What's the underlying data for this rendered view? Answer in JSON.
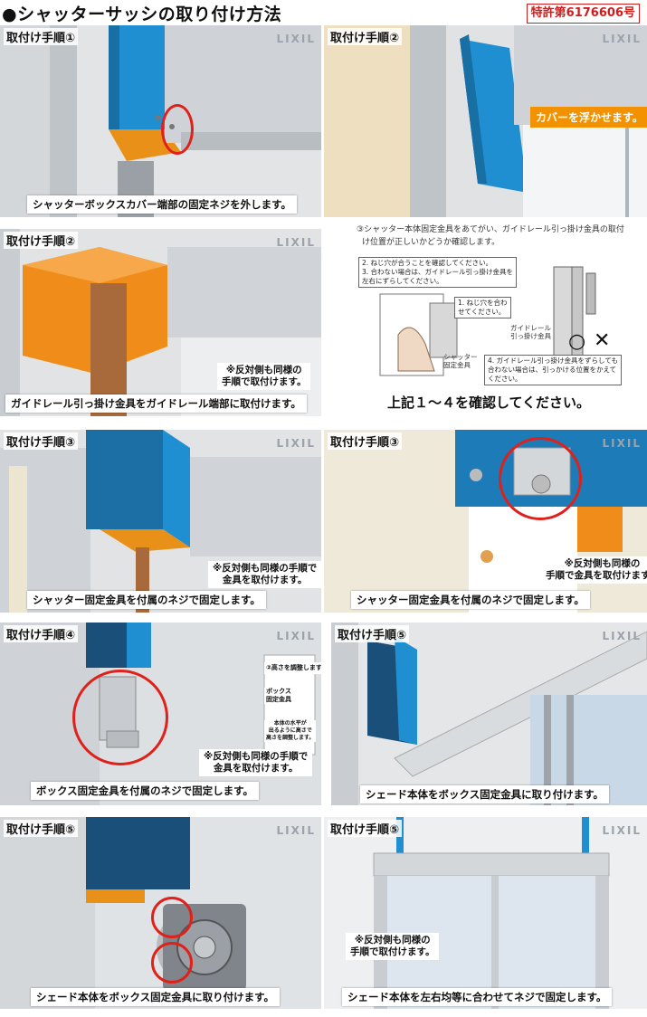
{
  "header": {
    "title": "●シャッターサッシの取り付け方法",
    "patent": "特許第6176606号"
  },
  "logo": "LIXIL",
  "panels": [
    {
      "step": "取付け手順①",
      "caption": "シャッターボックスカバー端部の固定ネジを外します。"
    },
    {
      "step": "取付け手順②",
      "callout": "カバーを浮かせます。"
    },
    {
      "step": "取付け手順②",
      "caption": "ガイドレール引っ掛け金具をガイドレール端部に取付けます。",
      "note_line1": "※反対側も同様の",
      "note_line2": "手順で取付けます。"
    },
    {
      "instruction": {
        "line1": "③シャッター本体固定金具をあてがい、ガイドレール引っ掛け金具の取付",
        "line2": "け位置が正しいかどうか確認します。",
        "box1_line1": "2. ねじ穴が合うことを確認してください。",
        "box1_line2": "3. 合わない場合は、ガイドレール引っ掛け金具を",
        "box1_line3": "左右にずらしてください。",
        "box2_line1": "1. ねじ穴を合わ",
        "box2_line2": "せてください。",
        "label_guide1": "ガイドレール",
        "label_guide2": "引っ掛け金具",
        "label_shutter1": "シャッター",
        "label_shutter2": "固定金具",
        "box3_line1": "4. ガイドレール引っ掛け金具をずらしても",
        "box3_line2": "合わない場合は、引っかける位置をかえて",
        "box3_line3": "ください。",
        "ok_mark": "○",
        "ng_mark": "✕",
        "confirm": "上記１～４を確認してください。"
      }
    },
    {
      "step": "取付け手順③",
      "caption": "シャッター固定金具を付属のネジで固定します。",
      "note_line1": "※反対側も同様の手順で",
      "note_line2": "金具を取付けます。"
    },
    {
      "step": "取付け手順③",
      "caption": "シャッター固定金具を付属のネジで固定します。",
      "note_line1": "※反対側も同様の",
      "note_line2": "手順で",
      "note_line3": "金具を取付けます。"
    },
    {
      "step": "取付け手順④",
      "caption": "ボックス固定金具を付属のネジで固定します。",
      "note_line1": "※反対側も同様の手順で",
      "note_line2": "金具を取付けます。",
      "inset_title": "②高さを調整します。",
      "inset_label1": "ボックス",
      "inset_label2": "固定金具",
      "inset_text1": "本体の水平が",
      "inset_text2": "出るように高さで",
      "inset_text3": "高さを調整します。"
    },
    {
      "step": "取付け手順⑤",
      "caption": "シェード本体をボックス固定金具に取り付けます。"
    },
    {
      "step": "取付け手順⑤",
      "caption": "シェード本体をボックス固定金具に取り付けます。"
    },
    {
      "step": "取付け手順⑤",
      "caption": "シェード本体を左右均等に合わせてネジで固定します。",
      "note_line1": "※反対側も同様の",
      "note_line2": "手順で取付けます。"
    }
  ],
  "colors": {
    "cover_blue": "#1f8fd1",
    "dark_blue": "#1a4f7a",
    "orange": "#f39200",
    "red": "#e0201a",
    "frame": "#c9cdd1"
  }
}
